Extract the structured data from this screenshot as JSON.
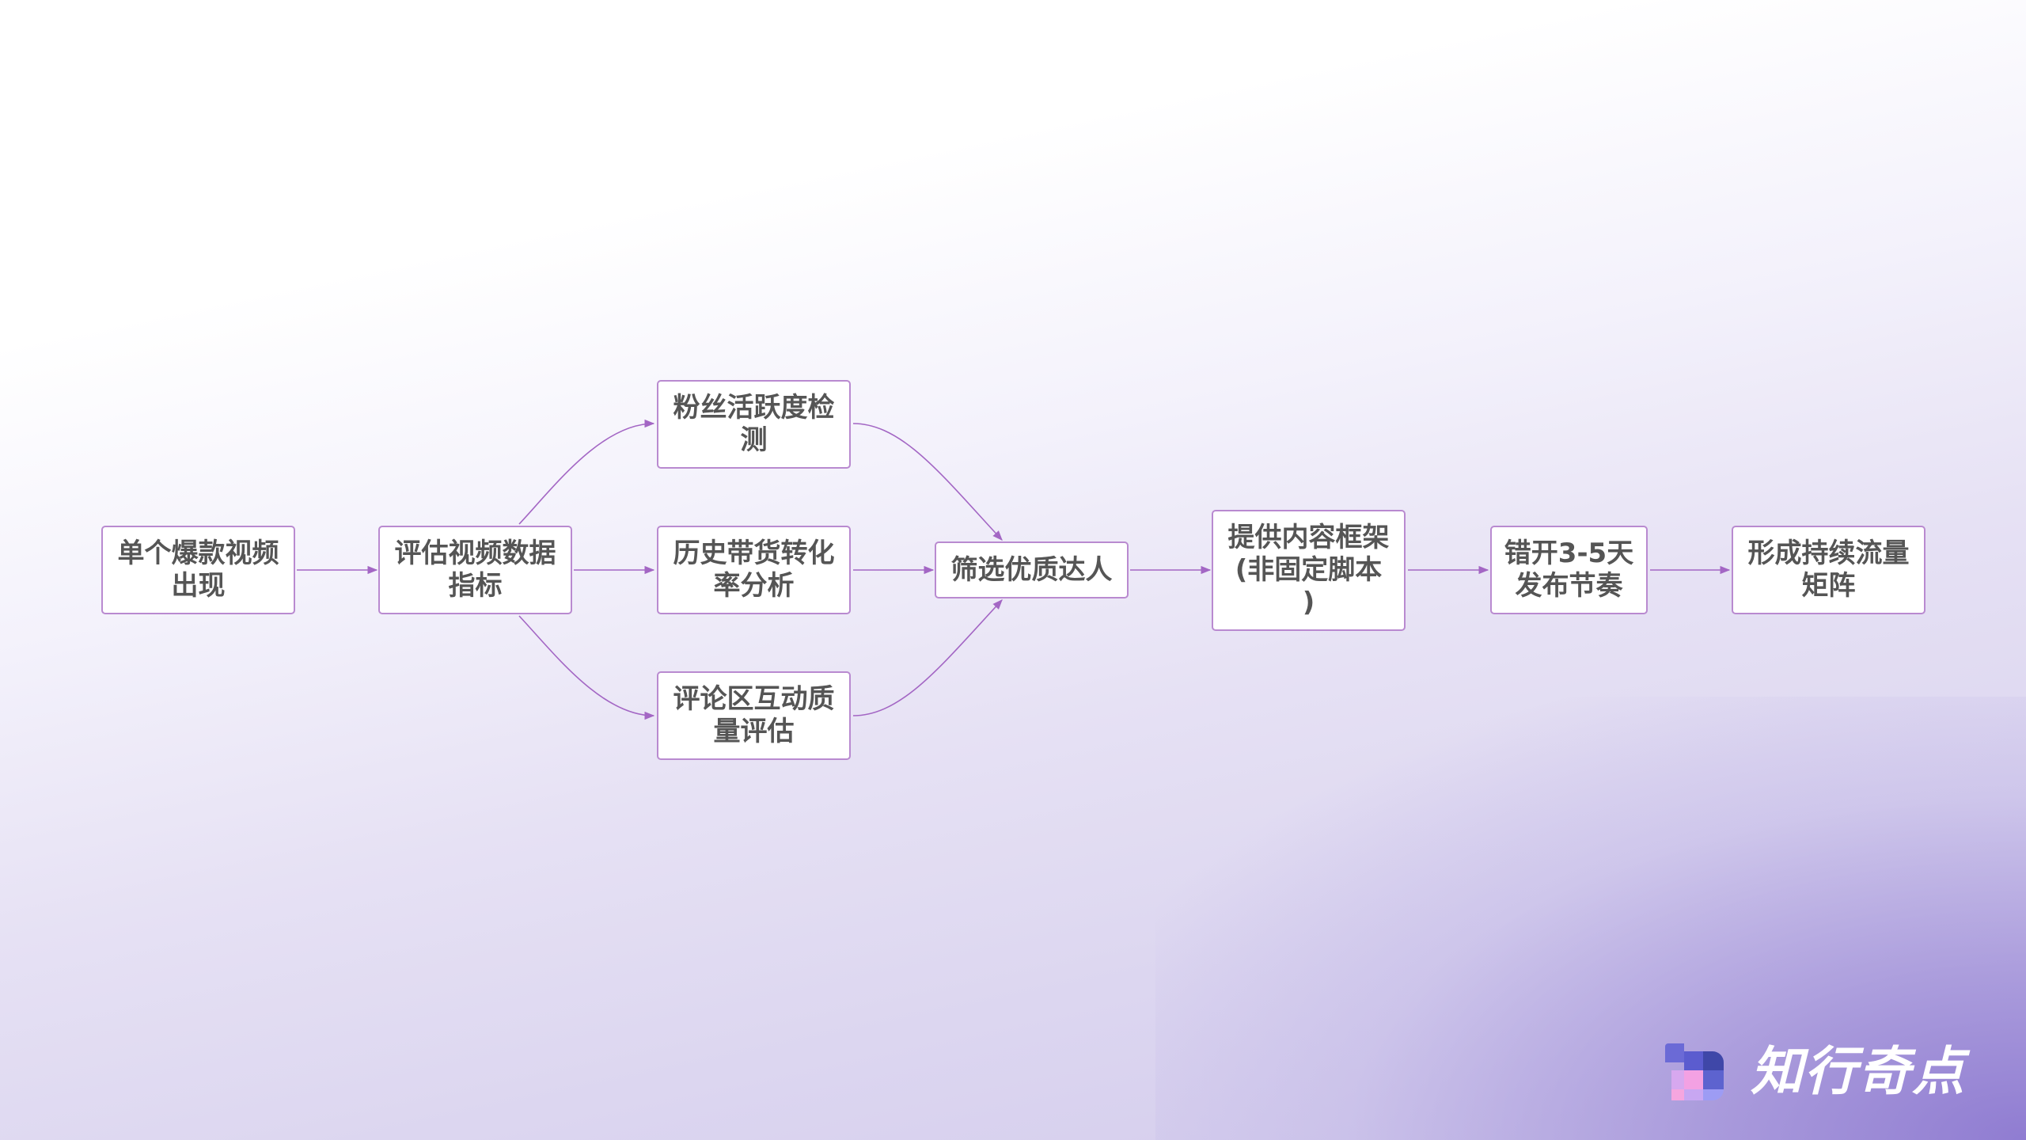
{
  "diagram": {
    "type": "flowchart",
    "direction": "left-to-right",
    "colors": {
      "edge": "#a366c4",
      "node_border": "#b98ad0",
      "node_fill": "#ffffff",
      "text": "#555555",
      "bg_corner_accent": "#9585d3"
    },
    "nodes": [
      {
        "id": "n1",
        "label": "单个爆款视频出现"
      },
      {
        "id": "n2",
        "label": "评估视频数据指标"
      },
      {
        "id": "n3",
        "label": "粉丝活跃度检测"
      },
      {
        "id": "n4",
        "label": "历史带货转化率分析"
      },
      {
        "id": "n5",
        "label": "评论区互动质量评估"
      },
      {
        "id": "n6",
        "label": "筛选优质达人"
      },
      {
        "id": "n7",
        "label": "提供内容框架(非固定脚本)"
      },
      {
        "id": "n8",
        "label": "错开3-5天发布节奏"
      },
      {
        "id": "n9",
        "label": "形成持续流量矩阵"
      }
    ],
    "edges": [
      {
        "from": "n1",
        "to": "n2"
      },
      {
        "from": "n2",
        "to": "n3"
      },
      {
        "from": "n2",
        "to": "n4"
      },
      {
        "from": "n2",
        "to": "n5"
      },
      {
        "from": "n3",
        "to": "n6"
      },
      {
        "from": "n4",
        "to": "n6"
      },
      {
        "from": "n5",
        "to": "n6"
      },
      {
        "from": "n6",
        "to": "n7"
      },
      {
        "from": "n7",
        "to": "n8"
      },
      {
        "from": "n8",
        "to": "n9"
      }
    ],
    "display_lines": {
      "n1": [
        "单个爆款视频",
        "出现"
      ],
      "n2": [
        "评估视频数据",
        "指标"
      ],
      "n3": [
        "粉丝活跃度检",
        "测"
      ],
      "n4": [
        "历史带货转化",
        "率分析"
      ],
      "n5": [
        "评论区互动质",
        "量评估"
      ],
      "n6": [
        "筛选优质达人"
      ],
      "n7": [
        "提供内容框架",
        "(非固定脚本",
        ")"
      ],
      "n8": [
        "错开3-5天",
        "发布节奏"
      ],
      "n9": [
        "形成持续流量",
        "矩阵"
      ]
    }
  },
  "logo": {
    "text": "知行奇点",
    "icon": "pixel-grid-logo-icon"
  }
}
